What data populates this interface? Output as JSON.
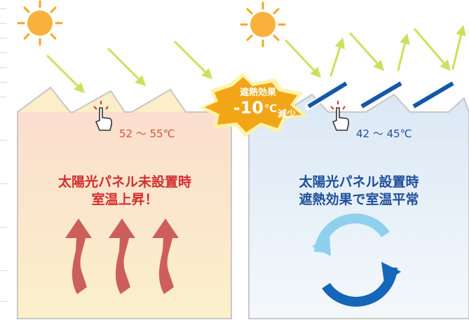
{
  "left_panel": {
    "temperature": "52 〜 55℃",
    "message_line1": "太陽光パネル未設置時",
    "message_line2": "室温上昇！",
    "colors": {
      "roof_fill": "#fbe3c5",
      "wall_fill": "#fbdfcf",
      "arrow": "#cc5f5c"
    }
  },
  "right_panel": {
    "temperature": "42 〜 45℃",
    "message_line1": "太陽光パネル設置時",
    "message_line2": "遮熱効果で室温平常",
    "colors": {
      "panel": "#1557a8",
      "wall_fill": "#e3eef8",
      "cycle_light": "#8fd0ee",
      "cycle_dark": "#1565b8"
    }
  },
  "badge": {
    "title": "遮熱効果",
    "value": "-10",
    "unit": "℃",
    "suffix": "減少",
    "colors": {
      "fill": "#f2a516",
      "glow": "#fff3a0"
    }
  },
  "icons": [
    "sun-icon",
    "sun-icon",
    "pointing-hand-icon",
    "pointing-hand-icon",
    "rising-heat-arrow-icon",
    "cycle-arrows-icon"
  ],
  "colors": {
    "sunlight_arrow": "#cce05f",
    "sun": "#f5a623"
  }
}
